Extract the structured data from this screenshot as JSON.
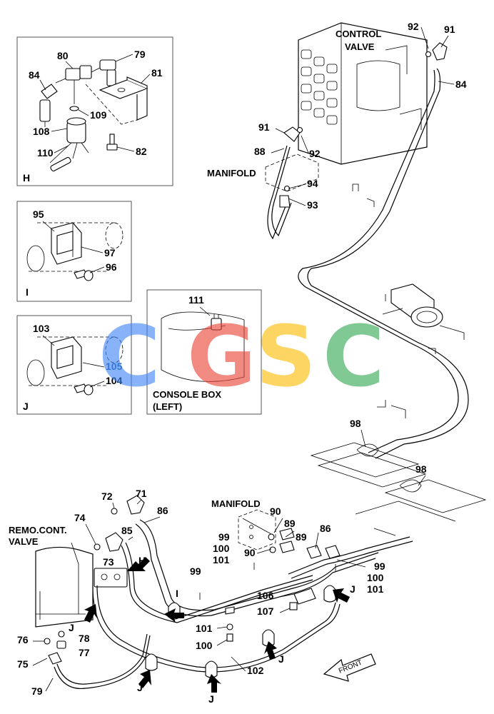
{
  "labels": {
    "control_valve_1": "CONTROL",
    "control_valve_2": "VALVE",
    "manifold_top": "MANIFOLD",
    "manifold_bottom": "MANIFOLD",
    "remo_cont_1": "REMO.CONT.",
    "remo_cont_2": "VALVE",
    "console_box_1": "CONSOLE BOX",
    "console_box_2": "(LEFT)",
    "front": "FRONT"
  },
  "detail_letters": {
    "h": "H",
    "i": "I",
    "j": "J"
  },
  "view_markers": [
    "H",
    "I",
    "J",
    "J",
    "J",
    "J",
    "J",
    "J"
  ],
  "watermark": {
    "text": "CGSC",
    "colors": [
      "#4285f4",
      "#ea4335",
      "#fbbc05",
      "#34a853"
    ]
  },
  "callouts": [
    "92",
    "91",
    "84",
    "91",
    "88",
    "92",
    "94",
    "93",
    "80",
    "79",
    "84",
    "81",
    "109",
    "108",
    "82",
    "110",
    "95",
    "97",
    "96",
    "111",
    "103",
    "105",
    "104",
    "98",
    "98",
    "72",
    "71",
    "74",
    "86",
    "85",
    "73",
    "90",
    "89",
    "99",
    "100",
    "101",
    "89",
    "90",
    "86",
    "99",
    "100",
    "101",
    "99",
    "106",
    "107",
    "101",
    "100",
    "102",
    "76",
    "78",
    "77",
    "75",
    "79"
  ],
  "callout_105_color": "#1a5fb4"
}
